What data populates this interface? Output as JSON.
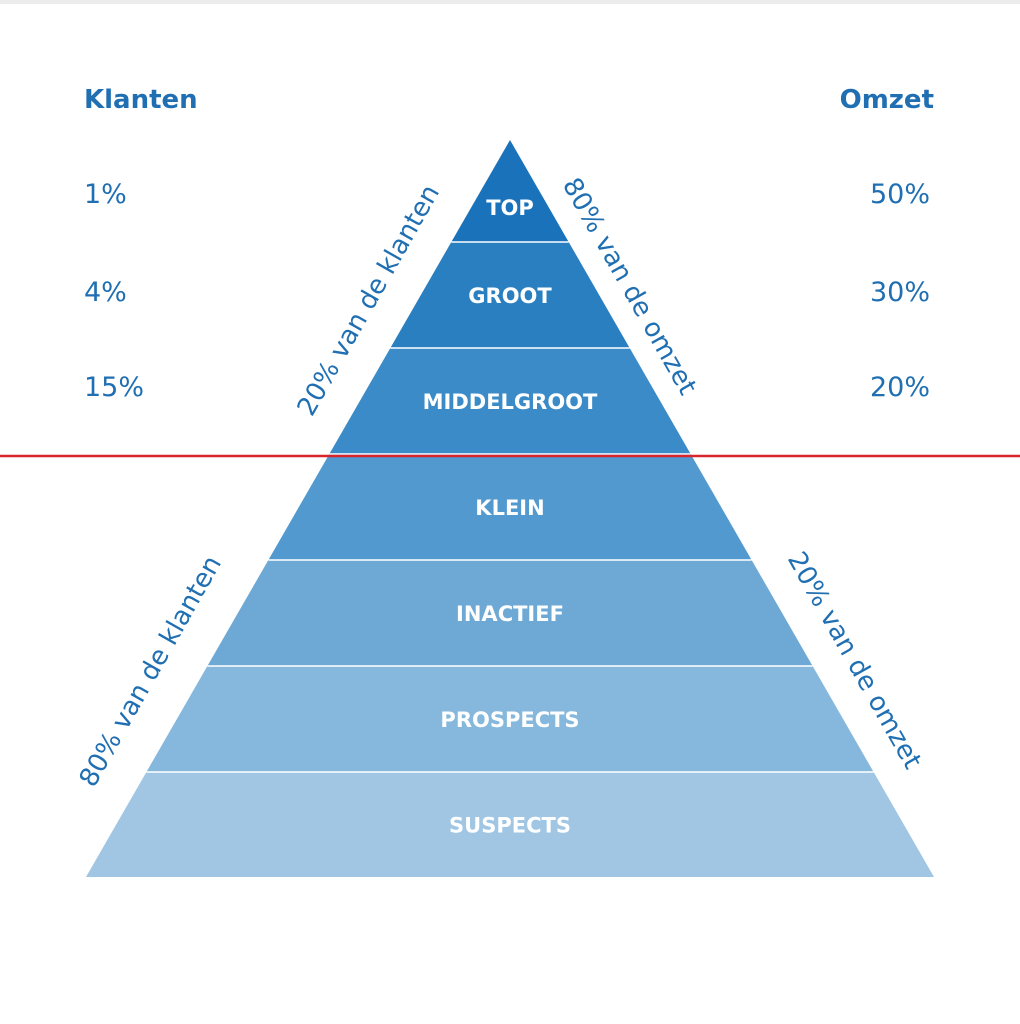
{
  "headers": {
    "left": "Klanten",
    "right": "Omzet"
  },
  "tiers": [
    {
      "label": "TOP",
      "color": "#1a72bb"
    },
    {
      "label": "GROOT",
      "color": "#2a7fc0"
    },
    {
      "label": "MIDDELGROOT",
      "color": "#3a8bc7"
    },
    {
      "label": "KLEIN",
      "color": "#5299cf"
    },
    {
      "label": "INACTIEF",
      "color": "#6ea9d6"
    },
    {
      "label": "PROSPECTS",
      "color": "#86b8dd"
    },
    {
      "label": "SUSPECTS",
      "color": "#a0c6e4"
    }
  ],
  "klanten_percentages": [
    "1%",
    "4%",
    "15%"
  ],
  "omzet_percentages": [
    "50%",
    "30%",
    "20%"
  ],
  "side_labels": {
    "upper_left": "20% van de klanten",
    "upper_right": "80% van de omzet",
    "lower_left": "80% van de klanten",
    "lower_right": "20% van de omzet"
  },
  "colors": {
    "text": "#1f6fb2",
    "divider": "#d9262e",
    "tier_separator": "#ffffff"
  }
}
